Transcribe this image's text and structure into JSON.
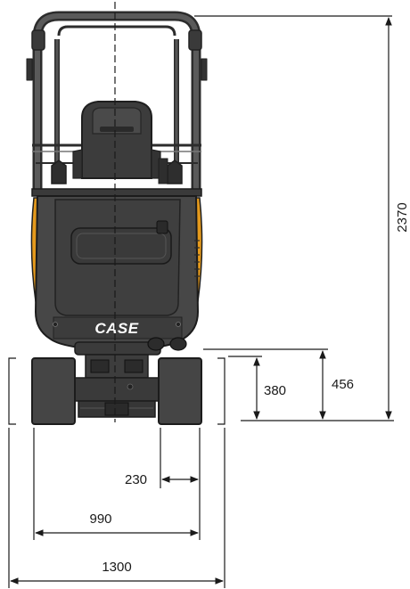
{
  "machine": {
    "brand_logo": "CASE",
    "colors": {
      "body": "#474747",
      "body_dark": "#303030",
      "frame": "#3a3a3a",
      "accent_orange": "#e59a1c",
      "line": "#1a1a1a"
    }
  },
  "dimensions": {
    "overall_height": "2370",
    "blade_height": "456",
    "ground_clearance_top": "380",
    "track_width": "230",
    "track_gauge": "990",
    "overall_width": "1300"
  }
}
